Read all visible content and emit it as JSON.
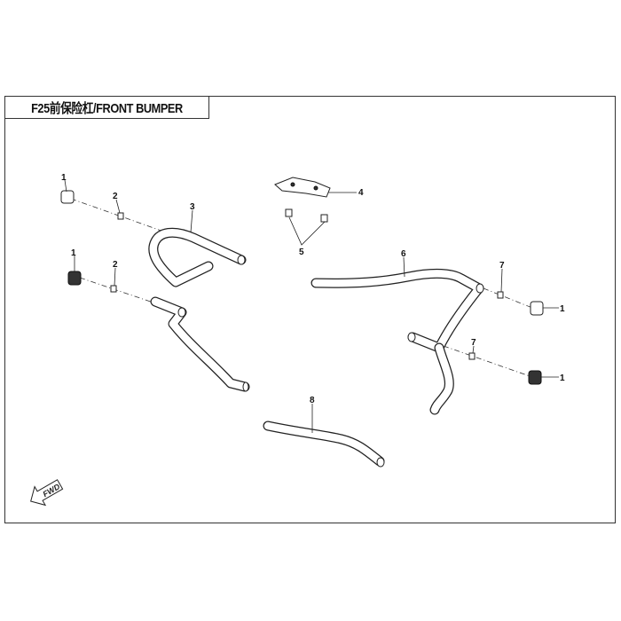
{
  "title": "F25前保险杠/FRONT BUMPER",
  "fwd_label": "FWD",
  "callouts": {
    "c1a": "1",
    "c2a": "2",
    "c3": "3",
    "c1b": "1",
    "c2b": "2",
    "c4": "4",
    "c5": "5",
    "c6": "6",
    "c7a": "7",
    "c1c": "1",
    "c7b": "7",
    "c1d": "1",
    "c8": "8"
  }
}
